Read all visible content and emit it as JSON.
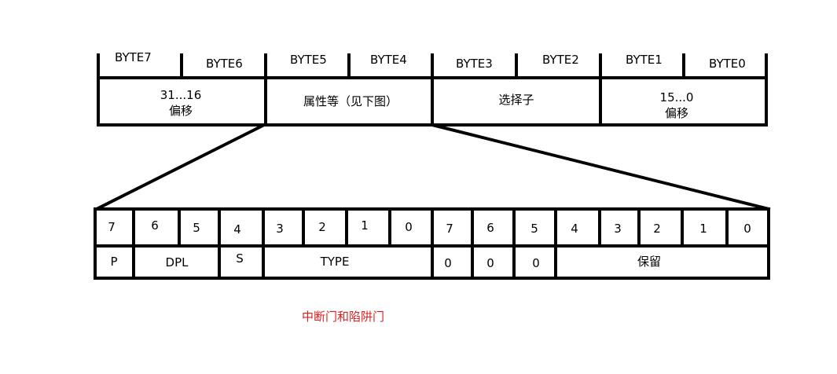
{
  "descriptor": {
    "bytes": [
      "BYTE7",
      "BYTE6",
      "BYTE5",
      "BYTE4",
      "BYTE3",
      "BYTE2",
      "BYTE1",
      "BYTE0"
    ],
    "fields": {
      "offset_high": {
        "line1": "31...16",
        "line2": "偏移"
      },
      "attributes": {
        "label": "属性等（见下图）"
      },
      "selector": {
        "label": "选择子"
      },
      "offset_low": {
        "line1": "15...0",
        "line2": "偏移"
      }
    }
  },
  "attribute_bits": {
    "bit_numbers": [
      "7",
      "6",
      "5",
      "4",
      "3",
      "2",
      "1",
      "0",
      "7",
      "6",
      "5",
      "4",
      "3",
      "2",
      "1",
      "0"
    ],
    "fields": {
      "p": "P",
      "dpl": "DPL",
      "s": "S",
      "type": "TYPE",
      "zero_a": "0",
      "zero_b": "0",
      "zero_c": "0",
      "reserved": "保留"
    }
  },
  "caption": "中断门和陷阱门",
  "colors": {
    "lines": "#000000",
    "caption": "#e02020"
  }
}
